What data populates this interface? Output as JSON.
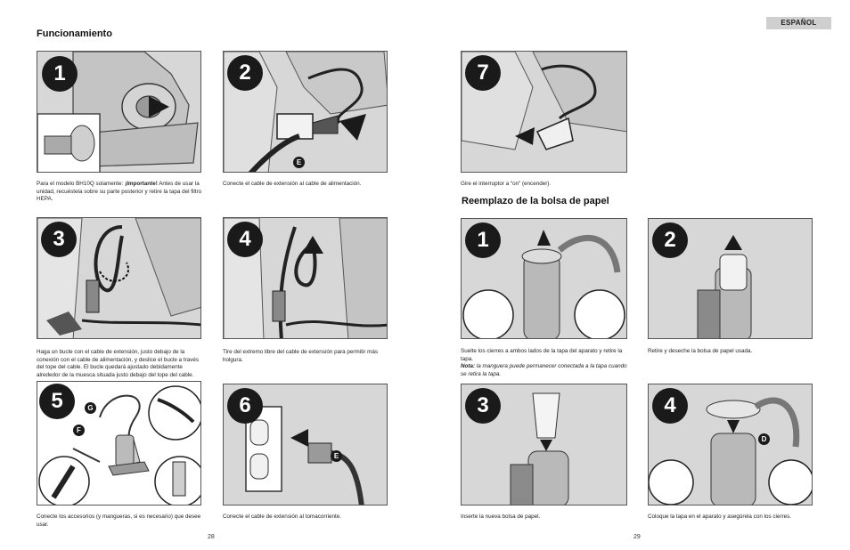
{
  "language_tab": "ESPAÑOL",
  "left_page": {
    "section_title": "Funcionamiento",
    "steps": [
      {
        "number": "1",
        "caption_prefix": "Para el modelo BH10Q solamente: ",
        "caption_bold": "¡Importante!",
        "caption_rest": "  Antes de usar la unidad, recuéstela sobre su parte posterior y retire la tapa del filtro HEPA."
      },
      {
        "number": "2",
        "caption": "Conecte el cable de extensión al cable de alimentación.",
        "label": "E"
      },
      {
        "number": "3",
        "caption": "Haga un bucle con el cable de extensión, justo debajo de la conexión con el cable de alimentación, y deslice el bucle a través del tope del cable. El bucle quedará ajustado debidamente alrededor de la muesca situada justo debajo del tope del cable."
      },
      {
        "number": "4",
        "caption": "Tire del extremo libre del cable de extensión para permitir más holgura."
      },
      {
        "number": "5",
        "caption": "Conecte los accesorios (y mangueras, si es necesario) que desee usar.",
        "label_g": "G",
        "label_f": "F"
      },
      {
        "number": "6",
        "caption": "Conecte el cable de extensión al tomacorriente.",
        "label": "E"
      }
    ],
    "page_number": "28"
  },
  "right_page": {
    "top_step": {
      "number": "7",
      "caption": "Gire el interruptor a “on” (encender)."
    },
    "section_title": "Reemplazo de la bolsa de papel",
    "steps": [
      {
        "number": "1",
        "caption": "Suelte los cierres a ambos lados de la tapa del aparato y retire la tapa.",
        "note_label": "Nota:",
        "note_text": " la manguera puede permanecer conectada a la tapa cuando se retira la tapa."
      },
      {
        "number": "2",
        "caption": "Retire y deseche la bolsa de papel usada."
      },
      {
        "number": "3",
        "caption": "Inserte la nueva bolsa de papel."
      },
      {
        "number": "4",
        "caption": "Coloque la tapa en el aparato y asegúrela con los cierres.",
        "label": "D"
      }
    ],
    "page_number": "29"
  }
}
